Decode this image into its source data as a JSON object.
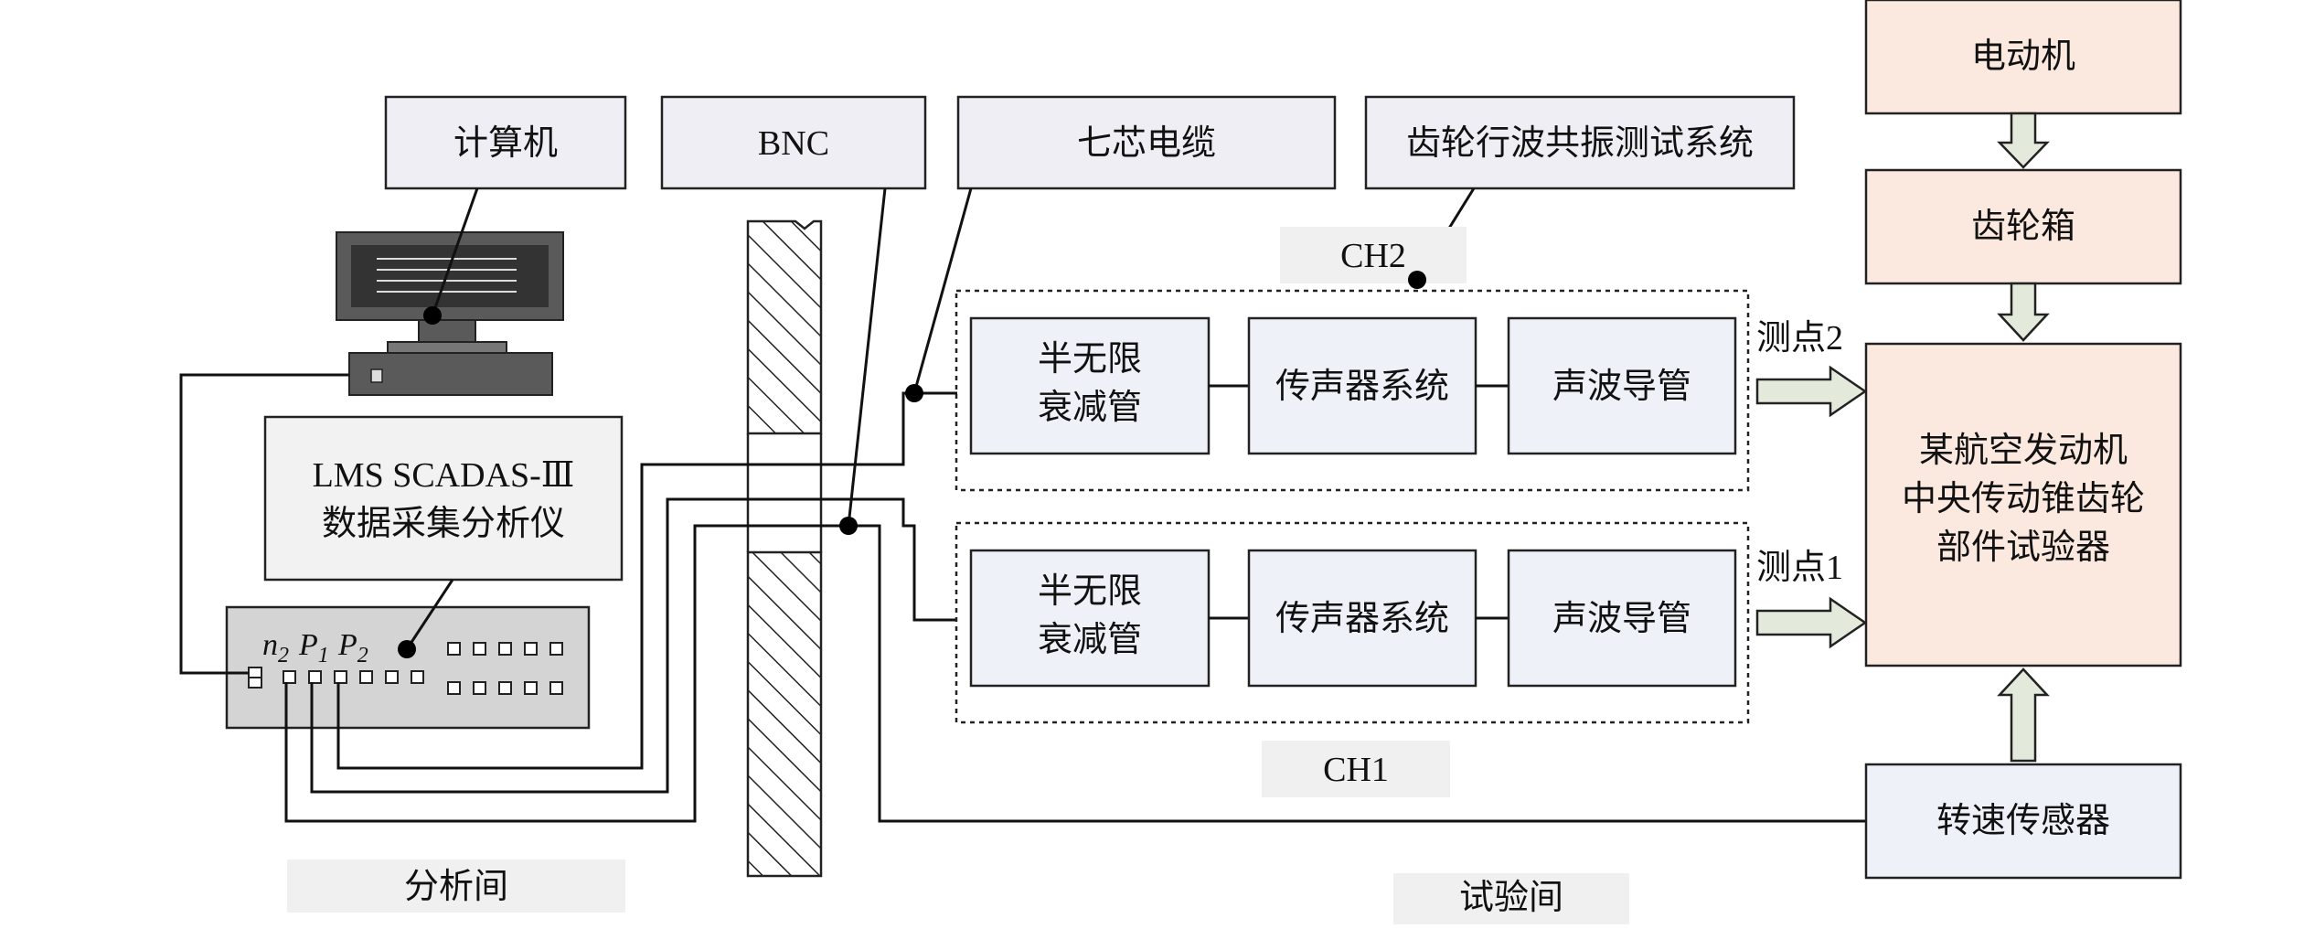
{
  "labels": {
    "computer": "计算机",
    "bnc": "BNC",
    "cable": "七芯电缆",
    "test_system": "齿轮行波共振测试系统",
    "analyzer_line1": "LMS SCADAS-Ⅲ",
    "analyzer_line2": "数据采集分析仪",
    "ch2": "CH2",
    "ch1": "CH1",
    "analysis_room": "分析间",
    "test_room": "试验间",
    "motor": "电动机",
    "gearbox": "齿轮箱",
    "rig_line1": "某航空发动机",
    "rig_line2": "中央传动锥齿轮",
    "rig_line3": "部件试验器",
    "speed_sensor": "转速传感器",
    "point2": "测点2",
    "point1": "测点1",
    "ch2_block1_line1": "半无限",
    "ch2_block1_line2": "衰减管",
    "ch2_block2": "传声器系统",
    "ch2_block3": "声波导管",
    "ch1_block1_line1": "半无限",
    "ch1_block1_line2": "衰减管",
    "ch1_block2": "传声器系统",
    "ch1_block3": "声波导管",
    "port_n": "n",
    "port_n_sub": "2",
    "port_p1": "P",
    "port_p1_sub": "1",
    "port_p2": "P",
    "port_p2_sub": "2"
  },
  "colors": {
    "label_box": "#eeeef4",
    "block_box": "#eef1f7",
    "peach_box": "#fbe9e0",
    "arrow_fill": "#e3eadb",
    "device_gray": "#5a5a5a"
  }
}
